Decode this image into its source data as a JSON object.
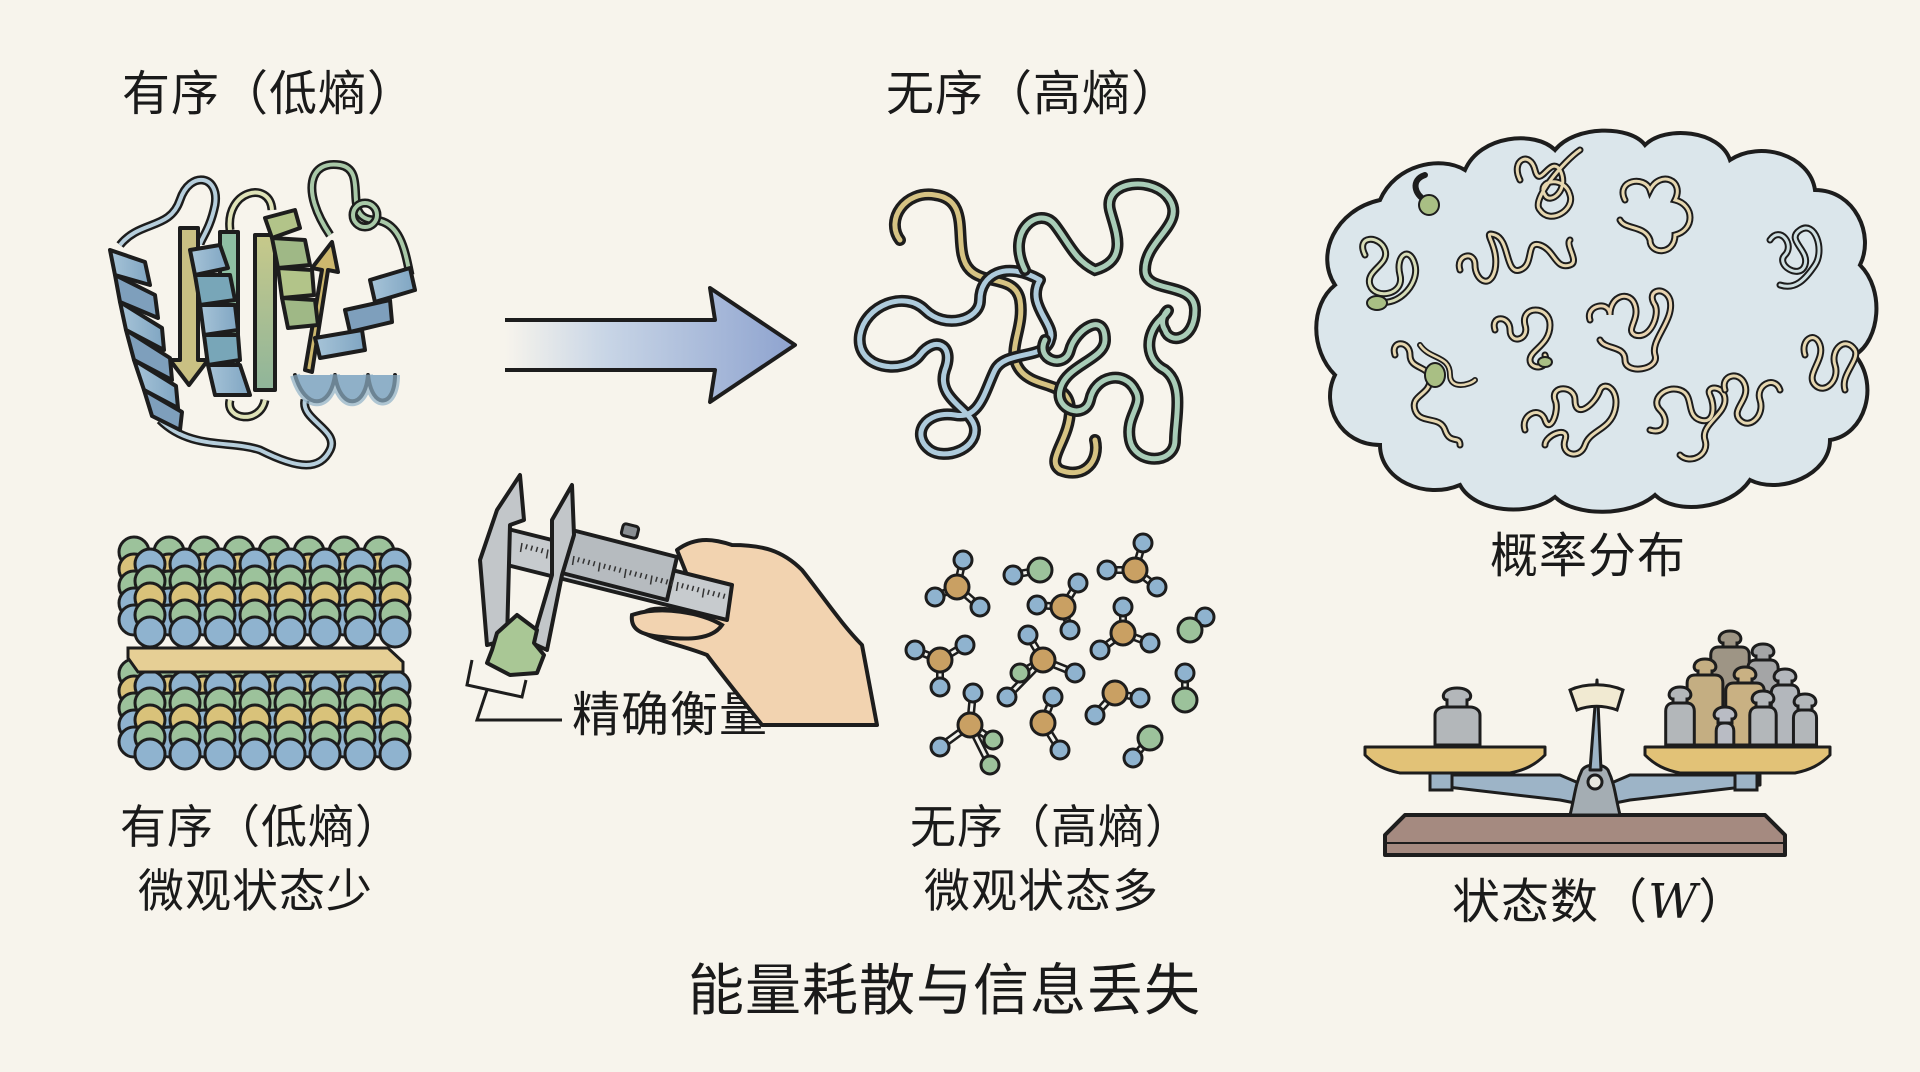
{
  "diagram": {
    "title": "能量耗散与信息丢失",
    "top_left_heading": "有序（低熵）",
    "top_middle_heading": "无序（高熵）",
    "ordered_caption": {
      "line1": "有序（低熵）",
      "line2": "微观状态少"
    },
    "disordered_caption": {
      "line1": "无序（高熵）",
      "line2": "微观状态多"
    },
    "measurement_label": "精确衡量",
    "probability_label": "概率分布",
    "state_count_label": {
      "prefix": "状态数（",
      "symbol": "W",
      "suffix": "）"
    },
    "illustrations": [
      {
        "name": "folded-protein",
        "depicts": "ordered folded protein with helices and beta-sheet arrows"
      },
      {
        "name": "transition-arrow",
        "depicts": "arrow from order to disorder"
      },
      {
        "name": "unfolded-chains",
        "depicts": "random tangled polymer chains"
      },
      {
        "name": "probability-cloud",
        "depicts": "cloud containing many random chain conformations"
      },
      {
        "name": "crystal-lattice",
        "depicts": "ordered atomic lattice"
      },
      {
        "name": "caliper-hand",
        "depicts": "hand measuring object with vernier caliper"
      },
      {
        "name": "gas-molecules",
        "depicts": "scattered small molecules"
      },
      {
        "name": "balance-scale",
        "depicts": "balance with one weight vs many weights"
      }
    ]
  },
  "colors": {
    "background": "#f7f4ec",
    "blue": "#8fb3cf",
    "green": "#9cc29b",
    "yellow": "#d9c27a",
    "orange": "#c9a063",
    "cloud": "#dde7ec",
    "skin": "#f1cfa7",
    "metal": "#b8bcc0",
    "pan": "#e2c277",
    "wood": "#a9897a",
    "ink": "#1d1d1d"
  }
}
